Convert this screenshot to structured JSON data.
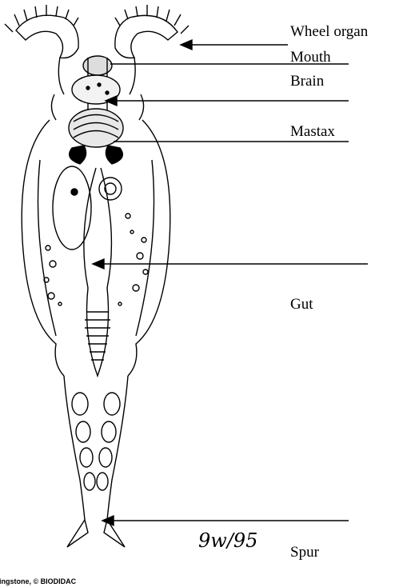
{
  "labels": {
    "wheel_organ": "Wheel organ",
    "mouth": "Mouth",
    "brain": "Brain",
    "mastax": "Mastax",
    "gut": "Gut",
    "spur": "Spur"
  },
  "signature": "9w/95",
  "credit": "vingstone, © BIODIDAC"
}
